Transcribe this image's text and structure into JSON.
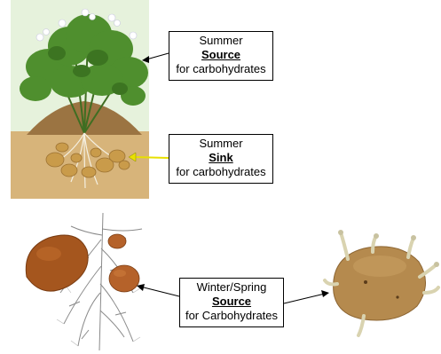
{
  "labels": {
    "summer_source": {
      "line1": "Summer",
      "key": "Source",
      "line3": "for carbohydrates"
    },
    "summer_sink": {
      "line1": "Summer",
      "key": "Sink",
      "line3": "for carbohydrates"
    },
    "winter_source": {
      "line1": "Winter/Spring",
      "key": "Source",
      "line3": "for Carbohydrates"
    }
  },
  "icons": [
    "potato-plant-icon",
    "seed-potato-with-roots-icon",
    "sprouting-potato-icon"
  ],
  "colors": {
    "sky": "#e6f2dc",
    "soil": "#d7b47a",
    "hill": "#9b7442",
    "leaf": "#4f8f2e",
    "tuber": "#c99b4a",
    "sink_arrow": "#e8e000",
    "seed_potato": "#a5561e",
    "sprout": "#d9d3b0"
  }
}
